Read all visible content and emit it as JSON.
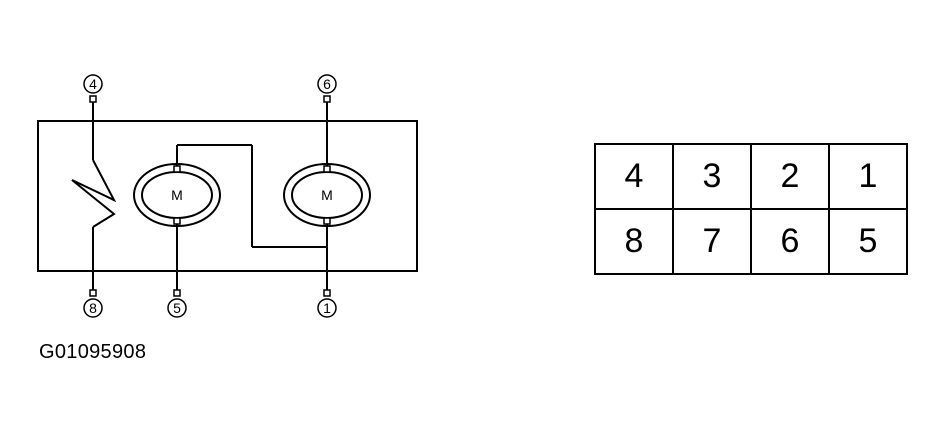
{
  "schematic": {
    "top_pins": [
      "4",
      "6"
    ],
    "bottom_pins": [
      "8",
      "5",
      "1"
    ],
    "motor_left_label": "M",
    "motor_right_label": "M"
  },
  "connector": {
    "row1": [
      "4",
      "3",
      "2",
      "1"
    ],
    "row2": [
      "8",
      "7",
      "6",
      "5"
    ]
  },
  "figure_id": "G01095908"
}
